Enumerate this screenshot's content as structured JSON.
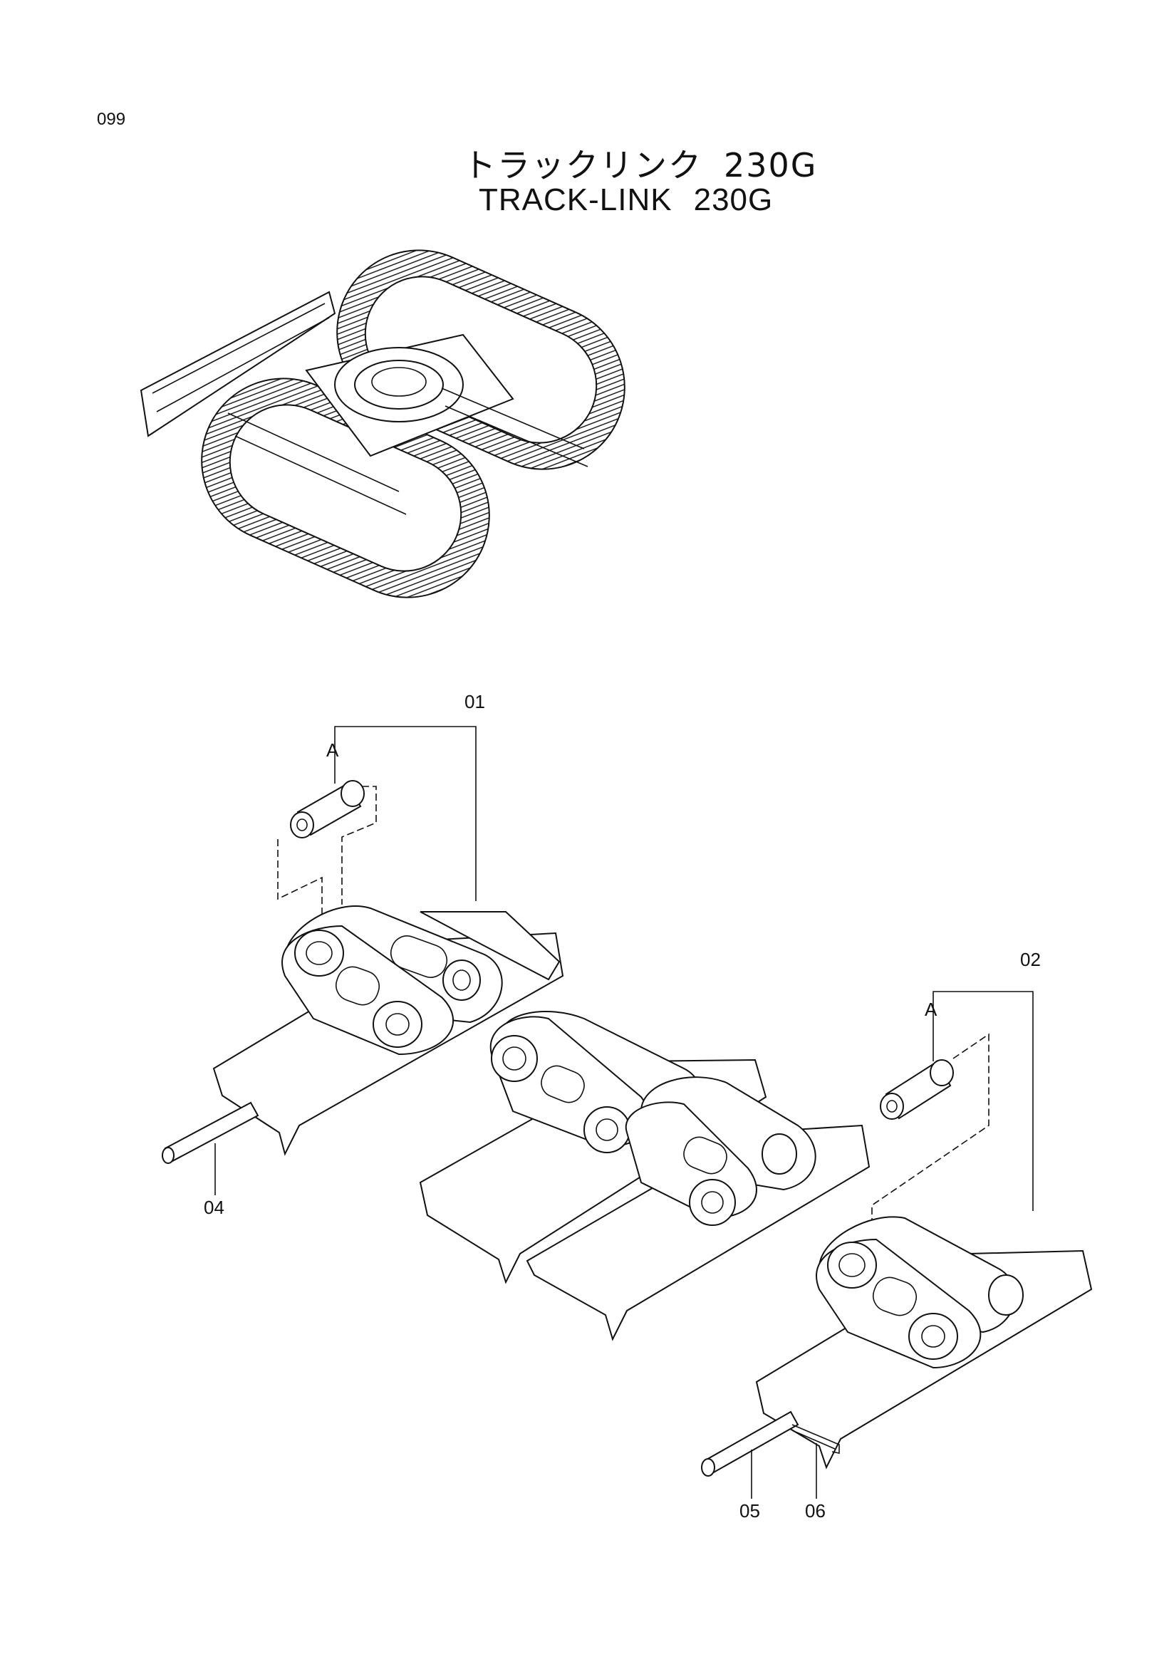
{
  "page": {
    "number": "099"
  },
  "title": {
    "ja": "トラックリンク",
    "en": "TRACK-LINK",
    "code": "230G"
  },
  "callouts": {
    "c01": "01",
    "c02": "02",
    "c04": "04",
    "c05": "05",
    "c06": "06",
    "a_left": "A",
    "a_right": "A"
  }
}
